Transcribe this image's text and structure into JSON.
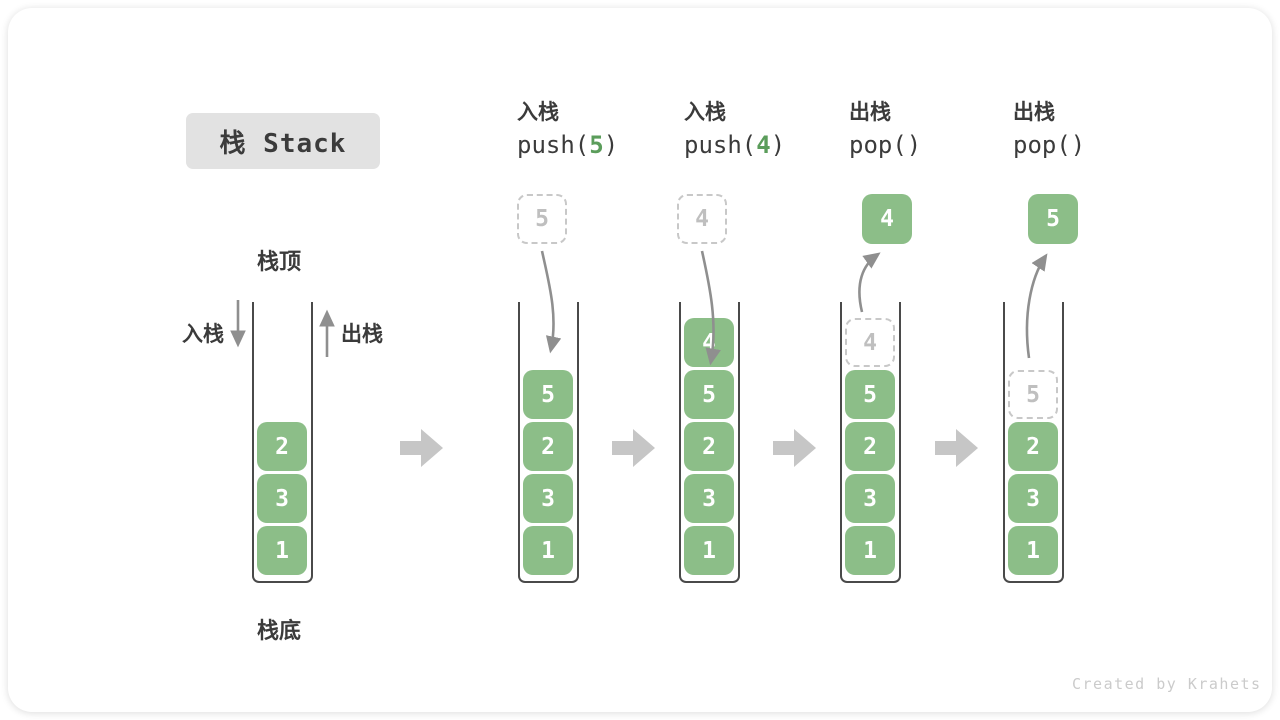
{
  "page": {
    "title_box": "栈 Stack",
    "watermark": "Created by Krahets"
  },
  "side_labels": {
    "stack_top": "栈顶",
    "stack_bottom": "栈底",
    "push": "入栈",
    "pop": "出栈"
  },
  "operations": [
    {
      "name": "入栈",
      "code_pre": "push(",
      "arg": "5",
      "code_post": ")"
    },
    {
      "name": "入栈",
      "code_pre": "push(",
      "arg": "4",
      "code_post": ")"
    },
    {
      "name": "出栈",
      "code_pre": "pop(",
      "arg": "",
      "code_post": ")"
    },
    {
      "name": "出栈",
      "code_pre": "pop(",
      "arg": "",
      "code_post": ")"
    }
  ],
  "floating_items": [
    {
      "value": "5",
      "kind": "dashed"
    },
    {
      "value": "4",
      "kind": "dashed"
    },
    {
      "value": "4",
      "kind": "solid"
    },
    {
      "value": "5",
      "kind": "solid"
    }
  ],
  "stacks": [
    {
      "blocks": [
        "2",
        "3",
        "1"
      ]
    },
    {
      "blocks": [
        "5",
        "2",
        "3",
        "1"
      ]
    },
    {
      "blocks": [
        "4",
        "5",
        "2",
        "3",
        "1"
      ]
    },
    {
      "ghost": "4",
      "blocks": [
        "5",
        "2",
        "3",
        "1"
      ]
    },
    {
      "ghost": "5",
      "blocks": [
        "2",
        "3",
        "1"
      ]
    }
  ],
  "colors": {
    "block_green": "#8CBE88",
    "code_arg_green": "#5B9D5B",
    "text_dark": "#3B3B3B",
    "arrow_gray": "#8F8F8F",
    "flow_arrow_gray": "#C6C6C6",
    "ghost_border": "#C8C8C8",
    "ghost_text": "#BFBFBF",
    "title_bg": "#E2E2E2",
    "well_border": "#4A4A4A",
    "watermark_gray": "#CBCBCB"
  }
}
